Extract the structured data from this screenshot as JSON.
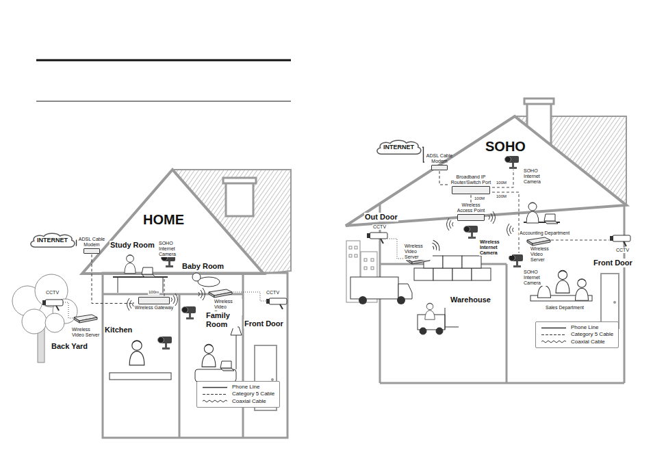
{
  "diagram": {
    "nodes": [
      {
        "text": [
          "INTERNET"
        ]
      },
      {
        "text": [
          "ADSL Cable Modem"
        ]
      },
      {
        "text": [
          "Wireless Gateway"
        ]
      },
      {
        "text": [
          "INTERNET"
        ]
      },
      {
        "text": [
          "ADSL Cable Modem"
        ]
      },
      {
        "text": [
          "Broadband IP Router/Switch Port"
        ]
      },
      {
        "text": [
          "Wireless Access Point"
        ]
      }
    ],
    "edges": [
      {
        "from": 0,
        "to": 1,
        "arrow": "none"
      },
      {
        "from": 1,
        "to": 2,
        "arrow": "none"
      },
      {
        "from": 3,
        "to": 4,
        "arrow": "none"
      },
      {
        "from": 4,
        "to": 5,
        "arrow": "none"
      },
      {
        "from": 5,
        "to": 6,
        "label": "100M",
        "arrow": "none"
      }
    ],
    "labels": [
      "HOME",
      "Study Room",
      "SOHO Internet Camera",
      "Baby Room",
      "100m",
      "Wireless Video Server",
      "CCTV",
      "Family Room",
      "Front Door",
      "CCTV",
      "Wireless Video Server",
      "Back Yard",
      "Kitchen",
      "SOHO",
      "SOHO Internet Camera",
      "100M",
      "100M",
      "Out Door",
      "CCTV",
      "Wireless Internet Camera",
      "Accounting Department",
      "Wireless Video Server",
      "CCTV",
      "Front Door",
      "Wireless Video Server",
      "Warehouse",
      "SOHO Internet Camera",
      "Sales Department"
    ],
    "legend": [
      {
        "text": "Phone Line"
      },
      {
        "text": "Category 5 Cable"
      },
      {
        "text": "Coaxial Cable"
      },
      {
        "text": "Phone Line"
      },
      {
        "text": "Category 5 Cable"
      },
      {
        "text": "Coaxial Cable"
      }
    ]
  }
}
